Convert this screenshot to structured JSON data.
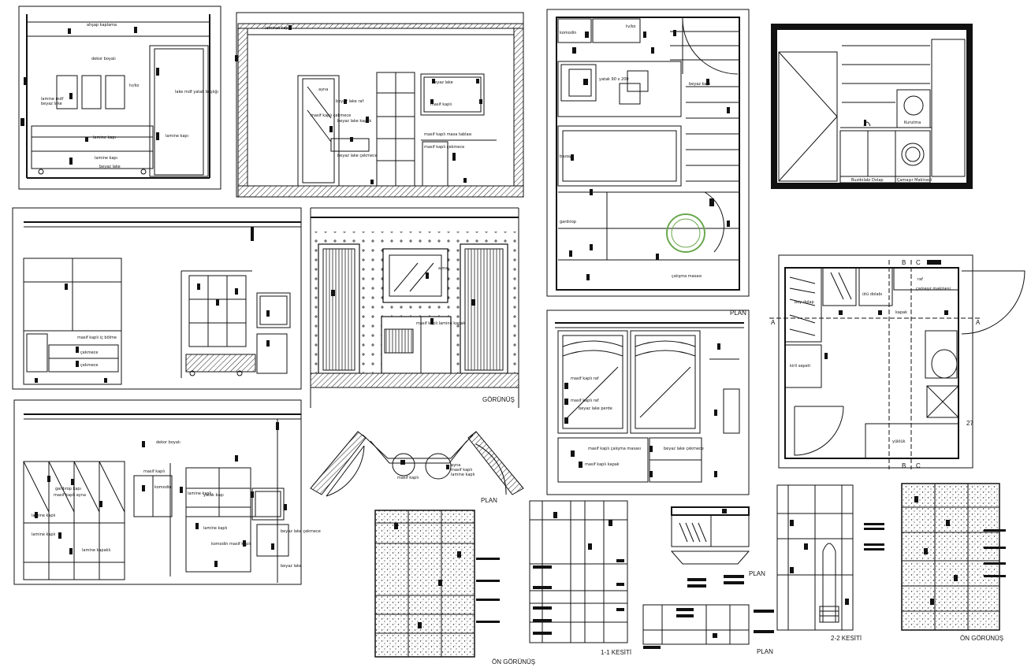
{
  "drawing": {
    "panels": [
      {
        "id": "bedroom-elevation-1",
        "labels": [
          "ahşap kaplama",
          "dekor boyalı",
          "lamine mdf",
          "tv/ko",
          "lake mdf yatak başlığı",
          "lamine kapı",
          "beyaz lake",
          "lamine kapı",
          "lamine kapı",
          "beyaz lake"
        ]
      },
      {
        "id": "bedroom-elevation-2",
        "labels": [
          "laminat kaplı",
          "ayna",
          "beyaz lake raf",
          "masif kaplı çekmece",
          "beyaz lake kapak",
          "masif kaplı masa tablası",
          "masif kaplı çekmece",
          "beyaz lake çekmece",
          "beyaz lake",
          "masif kaplı"
        ]
      },
      {
        "id": "bedroom-plan",
        "labels": [
          "komodin",
          "tv/ko",
          "yatak 90 x 200",
          "beyaz kapı",
          "bazayı",
          "gardırop",
          "çalışma masası"
        ]
      },
      {
        "id": "kitchen-elevation",
        "labels": [
          "Kurutma",
          "Buzdolabı Dolap",
          "Çamaşır Makinesi"
        ]
      },
      {
        "id": "wardrobe-elevation",
        "labels": [
          "masif kaplı iç bölme",
          "çekmece",
          "çekmece"
        ]
      },
      {
        "id": "front-elevation",
        "labels": [
          "ayna",
          "masif kaplı lamine kapak"
        ],
        "title": "GÖRÜNÜŞ"
      },
      {
        "id": "room-plan-ab",
        "labels": [
          "ütü dolabı",
          "raf",
          "boy dolap",
          "kirli sepeti",
          "çamaşır makinesi",
          "yüklük",
          "kapak"
        ],
        "markers": [
          "A",
          "A",
          "B",
          "C",
          "B",
          "C"
        ],
        "dimension": "27"
      },
      {
        "id": "wardrobe-elevation-2",
        "labels": [
          "dekor boyalı",
          "masif kaplı",
          "gardırop kapı",
          "lamine kaplı",
          "masif kaplı ayna",
          "komodin",
          "lamine kaplı",
          "yatak başı",
          "lamine kaplı",
          "lamine kapaklı",
          "beyaz lake çekmece",
          "beyaz lake",
          "lamine kaplı",
          "komodin masif kaplı"
        ]
      },
      {
        "id": "corner-plan",
        "labels": [
          "masif kaplı",
          "ayna",
          "masif kaplı",
          "lamine kaplı"
        ],
        "title": "PLAN"
      },
      {
        "id": "bedroom-elevation-3",
        "labels": [
          "masif kaplı raf",
          "masif kaplı raf",
          "beyaz lake perde",
          "masif kaplı çalışma masası",
          "masif kaplı kapak",
          "beyaz lake çekmece"
        ],
        "title": "PLAN"
      },
      {
        "id": "speckled-front",
        "title": "ÖN GÖRÜNÜŞ"
      },
      {
        "id": "section-1",
        "title": "1-1 KESİTİ"
      },
      {
        "id": "small-plan",
        "title": "PLAN"
      },
      {
        "id": "small-plan-2",
        "title": "PLAN"
      },
      {
        "id": "section-2",
        "title": "2-2 KESİTİ"
      },
      {
        "id": "speckled-front-2",
        "title": "ÖN GÖRÜNÜŞ"
      }
    ]
  }
}
